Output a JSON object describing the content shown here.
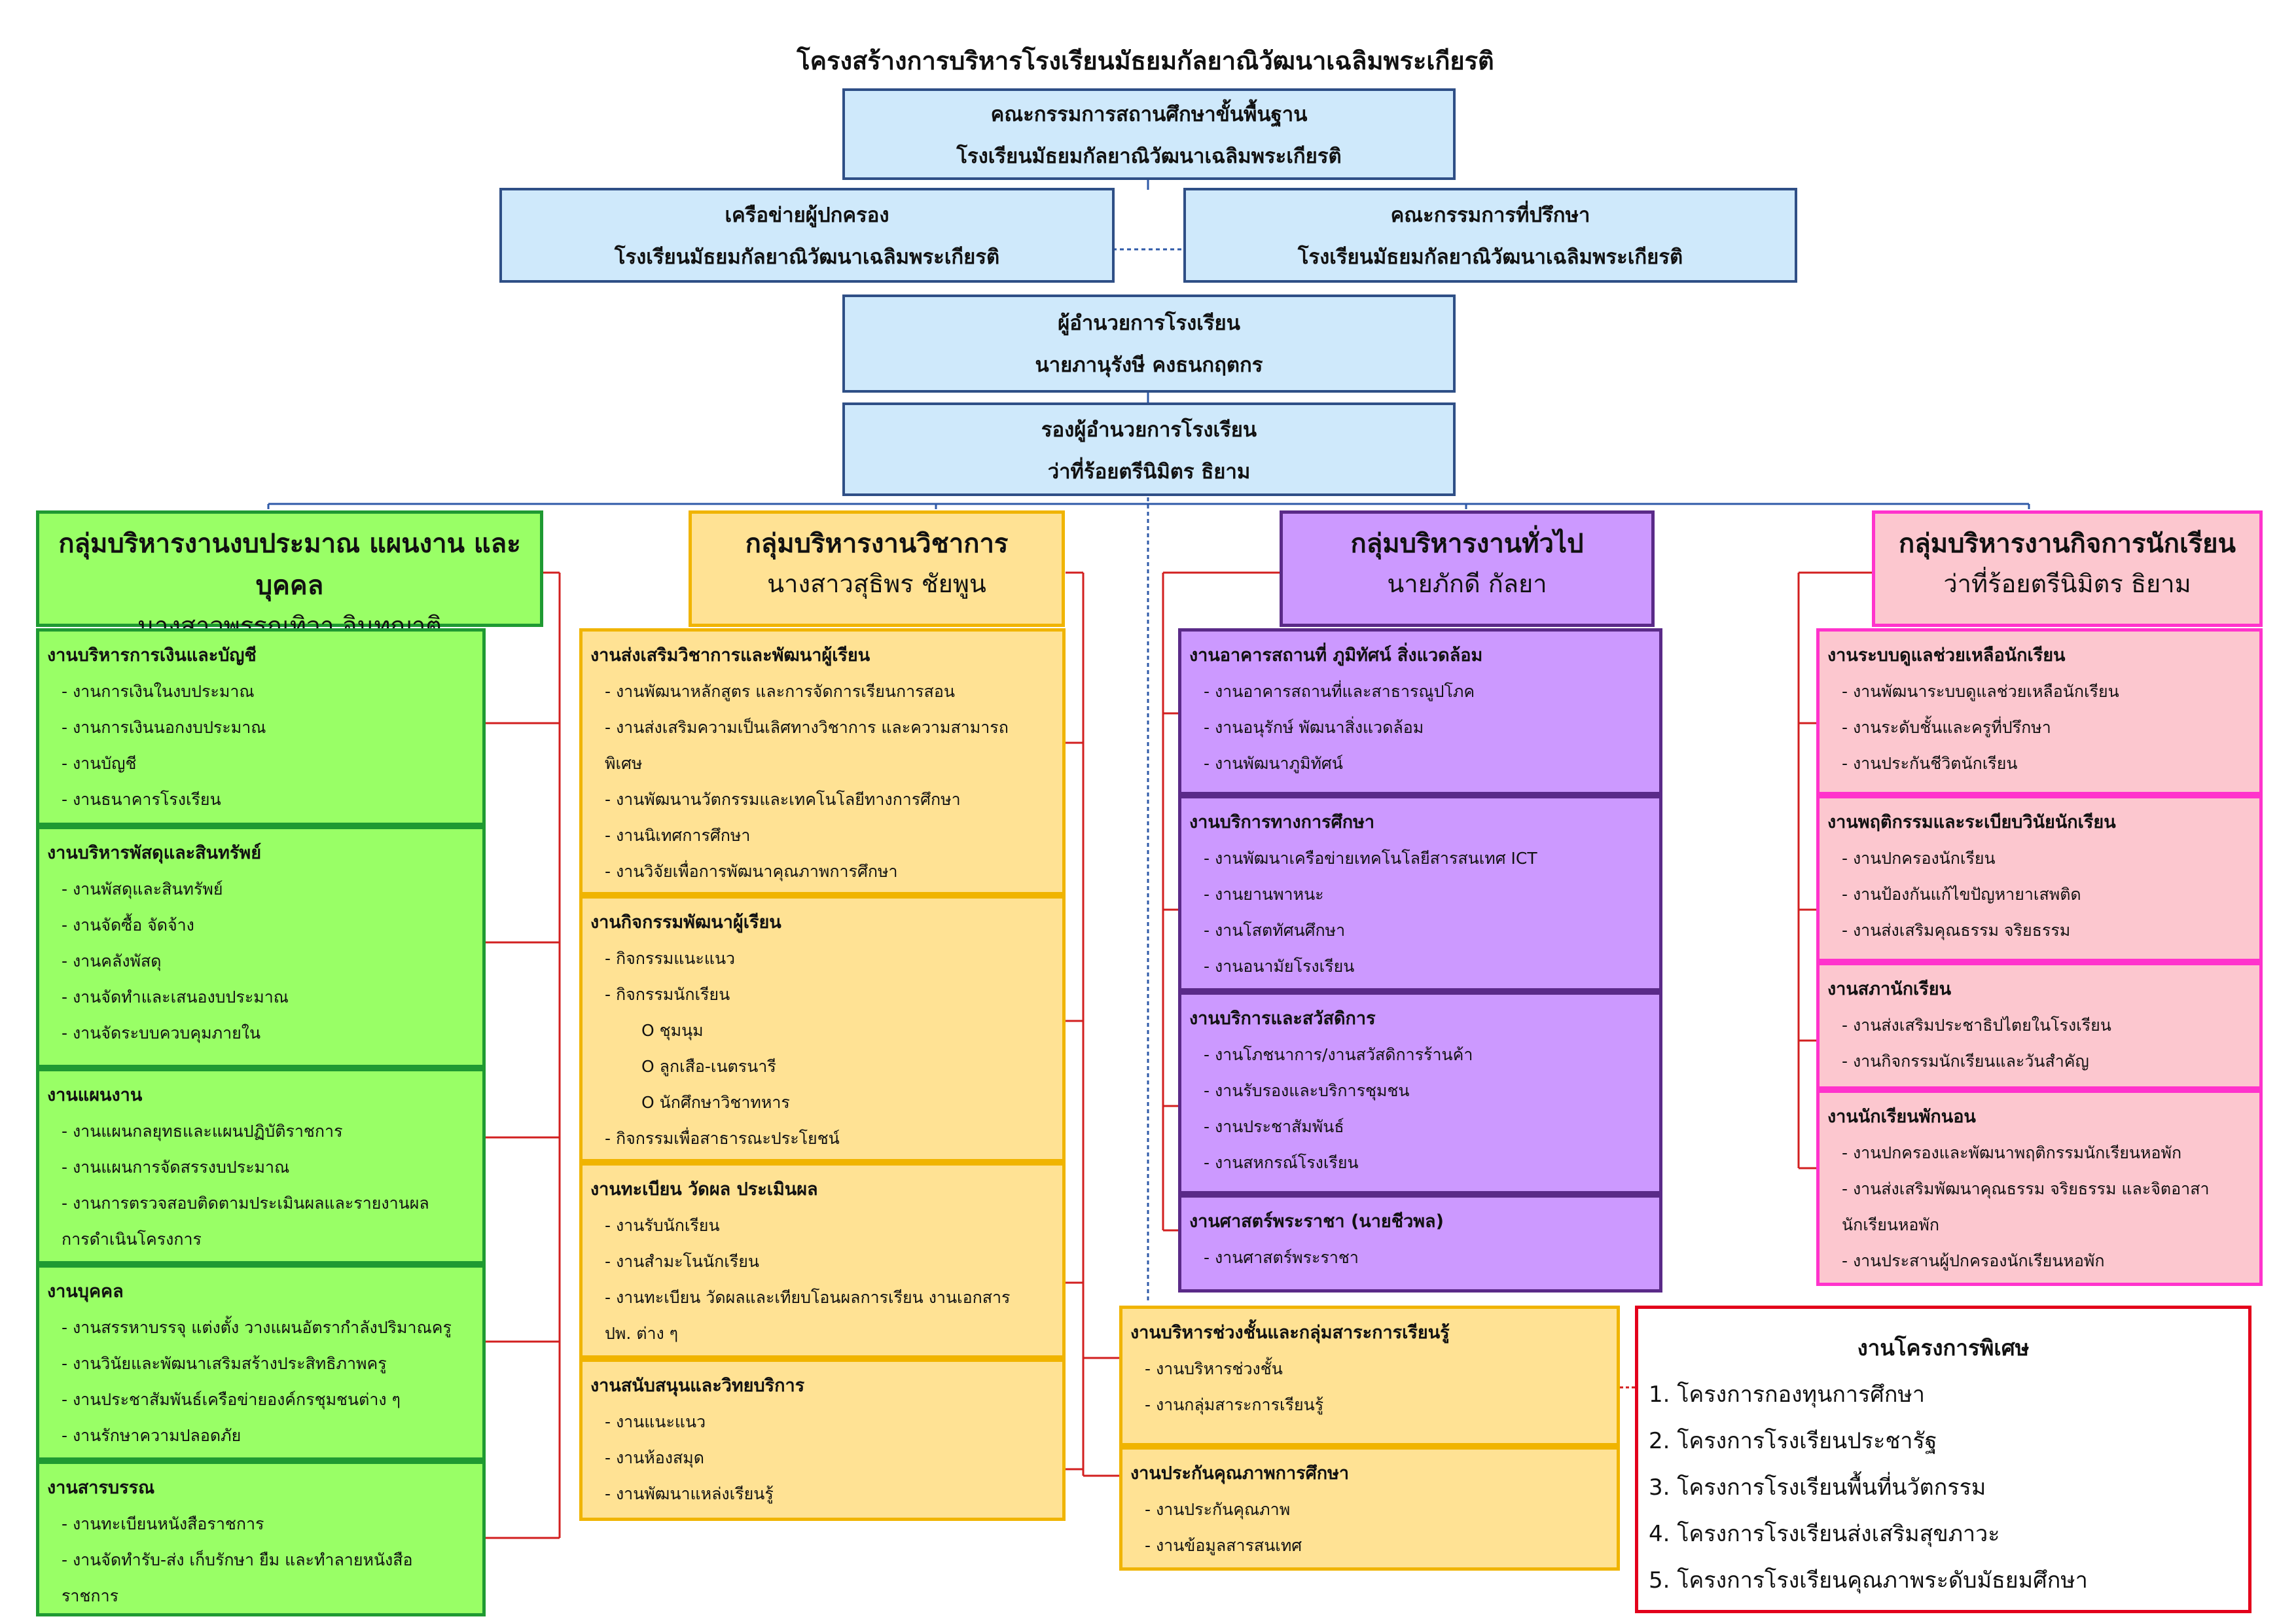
{
  "title": "โครงสร้างการบริหารโรงเรียนมัธยมกัลยาณิวัฒนาเฉลิมพระเกียรติ",
  "top_boxes": {
    "committee": {
      "line1": "คณะกรรมการสถานศึกษาขั้นพื้นฐาน",
      "line2": "โรงเรียนมัธยมกัลยาณิวัฒนาเฉลิมพระเกียรติ"
    },
    "parents": {
      "line1": "เครือข่ายผู้ปกครอง",
      "line2": "โรงเรียนมัธยมกัลยาณิวัฒนาเฉลิมพระเกียรติ"
    },
    "advisors": {
      "line1": "คณะกรรมการที่ปรึกษา",
      "line2": "โรงเรียนมัธยมกัลยาณิวัฒนาเฉลิมพระเกียรติ"
    },
    "director": {
      "line1": "ผู้อำนวยการโรงเรียน",
      "line2": "นายภานุรังษี  คงธนกฤตกร"
    },
    "deputy": {
      "line1": "รองผู้อำนวยการโรงเรียน",
      "line2": "ว่าที่ร้อยตรีนิมิตร  ธิยาม"
    }
  },
  "groups": {
    "budget": {
      "title": "กลุ่มบริหารงานงบประมาณ แผนงาน และบุคคล",
      "head": "นางสาวพรรณทิวา  อินทญาติ",
      "sections": [
        {
          "title": "งานบริหารการเงินและบัญชี",
          "items": [
            "- งานการเงินในงบประมาณ",
            "- งานการเงินนอกงบประมาณ",
            "- งานบัญชี",
            "- งานธนาคารโรงเรียน"
          ]
        },
        {
          "title": "งานบริหารพัสดุและสินทรัพย์",
          "items": [
            "-  งานพัสดุและสินทรัพย์",
            "-  งานจัดซื้อ จัดจ้าง",
            "-  งานคลังพัสดุ",
            "-  งานจัดทำและเสนองบประมาณ",
            "-  งานจัดระบบควบคุมภายใน"
          ]
        },
        {
          "title": "งานแผนงาน",
          "items": [
            "- งานแผนกลยุทธและแผนปฏิบัติราชการ",
            "- งานแผนการจัดสรรงบประมาณ",
            "- งานการตรวจสอบติดตามประเมินผลและรายงานผล\n  การดำเนินโครงการ"
          ]
        },
        {
          "title": "งานบุคคล",
          "items": [
            "- งานสรรหาบรรจุ แต่งตั้ง วางแผนอัตรากำลังปริมาณครู",
            "- งานวินัยและพัฒนาเสริมสร้างประสิทธิภาพครู",
            "- งานประชาสัมพันธ์เครือข่ายองค์กรชุมชนต่าง ๆ",
            "- งานรักษาความปลอดภัย"
          ]
        },
        {
          "title": "งานสารบรรณ",
          "items": [
            "- งานทะเบียนหนังสือราชการ",
            "- งานจัดทำรับ-ส่ง เก็บรักษา ยืม และทำลายหนังสือ\n  ราชการ"
          ]
        }
      ]
    },
    "academic": {
      "title": "กลุ่มบริหารงานวิชาการ",
      "head": "นางสาวสุธิพร  ชัยพูน",
      "sections": [
        {
          "title": "งานส่งเสริมวิชาการและพัฒนาผู้เรียน",
          "items": [
            "- งานพัฒนาหลักสูตร และการจัดการเรียนการสอน",
            "- งานส่งเสริมความเป็นเลิศทางวิชาการ และความสามารถ\n  พิเศษ",
            "- งานพัฒนานวัตกรรมและเทคโนโลยีทางการศึกษา",
            "- งานนิเทศการศึกษา",
            "- งานวิจัยเพื่อการพัฒนาคุณภาพการศึกษา"
          ]
        },
        {
          "title": "งานกิจกรรมพัฒนาผู้เรียน",
          "items": [
            "- กิจกรรมแนะแนว",
            "- กิจกรรมนักเรียน"
          ],
          "sub": [
            "O  ชุมนุม",
            "O  ลูกเสือ-เนตรนารี",
            "O  นักศึกษาวิชาทหาร"
          ],
          "items_after": [
            "- กิจกรรมเพื่อสาธารณะประโยชน์"
          ]
        },
        {
          "title": "งานทะเบียน วัดผล ประเมินผล",
          "items": [
            "- งานรับนักเรียน",
            "- งานสำมะโนนักเรียน",
            "- งานทะเบียน วัดผลและเทียบโอนผลการเรียน งานเอกสาร\n  ปพ. ต่าง ๆ"
          ]
        },
        {
          "title": "งานสนับสนุนและวิทยบริการ",
          "items": [
            "- งานแนะแนว",
            "- งานห้องสมุด",
            "- งานพัฒนาแหล่งเรียนรู้"
          ]
        }
      ]
    },
    "general": {
      "title": "กลุ่มบริหารงานทั่วไป",
      "head": "นายภักดี  กัลยา",
      "sections": [
        {
          "title": "งานอาคารสถานที่ ภูมิทัศน์ สิ่งแวดล้อม",
          "items": [
            "- งานอาคารสถานที่และสาธารณูปโภค",
            "- งานอนุรักษ์ พัฒนาสิ่งแวดล้อม",
            "- งานพัฒนาภูมิทัศน์"
          ]
        },
        {
          "title": "งานบริการทางการศึกษา",
          "items": [
            "- งานพัฒนาเครือข่ายเทคโนโลยีสารสนเทศ ICT",
            "- งานยานพาหนะ",
            "- งานโสตทัศนศึกษา",
            "- งานอนามัยโรงเรียน"
          ]
        },
        {
          "title": "งานบริการและสวัสดิการ",
          "items": [
            "- งานโภชนาการ/งานสวัสดิการร้านค้า",
            "- งานรับรองและบริการชุมชน",
            "- งานประชาสัมพันธ์",
            "- งานสหกรณ์โรงเรียน"
          ]
        },
        {
          "title": "งานศาสตร์พระราชา (นายชีวพล)",
          "items": [
            "- งานศาสตร์พระราชา"
          ]
        }
      ]
    },
    "student": {
      "title": "กลุ่มบริหารงานกิจการนักเรียน",
      "head": "ว่าที่ร้อยตรีนิมิตร  ธิยาม",
      "sections": [
        {
          "title": "งานระบบดูแลช่วยเหลือนักเรียน",
          "items": [
            "- งานพัฒนาระบบดูแลช่วยเหลือนักเรียน",
            "- งานระดับชั้นและครูที่ปรึกษา",
            "- งานประกันชีวิตนักเรียน"
          ]
        },
        {
          "title": "งานพฤติกรรมและระเบียบวินัยนักเรียน",
          "items": [
            "- งานปกครองนักเรียน",
            "- งานป้องกันแก้ไขปัญหายาเสพติด",
            "- งานส่งเสริมคุณธรรม จริยธรรม"
          ]
        },
        {
          "title": "งานสภานักเรียน",
          "items": [
            "- งานส่งเสริมประชาธิปไตยในโรงเรียน",
            "- งานกิจกรรมนักเรียนและวันสำคัญ"
          ]
        },
        {
          "title": "งานนักเรียนพักนอน",
          "items": [
            "- งานปกครองและพัฒนาพฤติกรรมนักเรียนหอพัก",
            "- งานส่งเสริมพัฒนาคุณธรรม จริยธรรม และจิตอาสา\n  นักเรียนหอพัก",
            "- งานประสานผู้ปกครองนักเรียนหอพัก"
          ]
        }
      ]
    }
  },
  "middle_sections": [
    {
      "title": "งานบริหารช่วงชั้นและกลุ่มสาระการเรียนรู้",
      "items": [
        "- งานบริหารช่วงชั้น",
        "- งานกลุ่มสาระการเรียนรู้"
      ]
    },
    {
      "title": "งานประกันคุณภาพการศึกษา",
      "items": [
        "- งานประกันคุณภาพ",
        "- งานข้อมูลสารสนเทศ"
      ]
    }
  ],
  "special_projects": {
    "title": "งานโครงการพิเศษ",
    "items": [
      "1. โครงการกองทุนการศึกษา",
      "2. โครงการโรงเรียนประชารัฐ",
      "3. โครงการโรงเรียนพื้นที่นวัตกรรม",
      "4. โครงการโรงเรียนส่งเสริมสุขภาวะ",
      "5. โครงการโรงเรียนคุณภาพระดับมัธยมศึกษา"
    ]
  },
  "colors": {
    "header_fill": "#cfe9fb",
    "header_border": "#2f4f86",
    "green_fill": "#99ff66",
    "green_border": "#1f9a32",
    "yellow_fill": "#ffe294",
    "yellow_border": "#f0b400",
    "purple_fill": "#cc99ff",
    "purple_border": "#5a2a88",
    "pink_fill": "#fcc7cf",
    "pink_border": "#ff33cc",
    "connector_red": "#d21f1f",
    "connector_blue": "#2f5aa8"
  }
}
